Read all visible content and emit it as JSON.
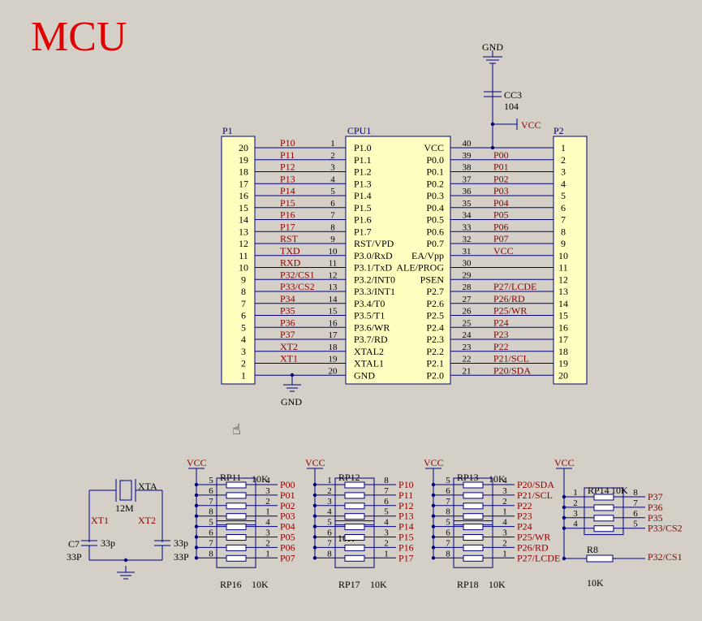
{
  "title": "MCU",
  "colors": {
    "wire": "#000080",
    "label": "#8b0000",
    "pin": "#000000",
    "chip_fill": "#ffffc0",
    "title": "#e00000",
    "bg": "#d4d0c8"
  },
  "cpu": {
    "ref": "CPU1",
    "left_pins": [
      {
        "num": "1",
        "name": "P1.0",
        "net": "P10"
      },
      {
        "num": "2",
        "name": "P1.1",
        "net": "P11"
      },
      {
        "num": "3",
        "name": "P1.2",
        "net": "P12"
      },
      {
        "num": "4",
        "name": "P1.3",
        "net": "P13"
      },
      {
        "num": "5",
        "name": "P1.4",
        "net": "P14"
      },
      {
        "num": "6",
        "name": "P1.5",
        "net": "P15"
      },
      {
        "num": "7",
        "name": "P1.6",
        "net": "P16"
      },
      {
        "num": "8",
        "name": "P1.7",
        "net": "P17"
      },
      {
        "num": "9",
        "name": "RST/VPD",
        "net": "RST"
      },
      {
        "num": "10",
        "name": "P3.0/RxD",
        "net": "TXD"
      },
      {
        "num": "11",
        "name": "P3.1/TxD",
        "net": "RXD"
      },
      {
        "num": "12",
        "name": "P3.2/INT0",
        "net": "P32/CS1"
      },
      {
        "num": "13",
        "name": "P3.3/INT1",
        "net": "P33/CS2"
      },
      {
        "num": "14",
        "name": "P3.4/T0",
        "net": "P34"
      },
      {
        "num": "15",
        "name": "P3.5/T1",
        "net": "P35"
      },
      {
        "num": "16",
        "name": "P3.6/WR",
        "net": "P36"
      },
      {
        "num": "17",
        "name": "P3.7/RD",
        "net": "P37"
      },
      {
        "num": "18",
        "name": "XTAL2",
        "net": "XT2"
      },
      {
        "num": "19",
        "name": "XTAL1",
        "net": "XT1"
      },
      {
        "num": "20",
        "name": "GND",
        "net": ""
      }
    ],
    "right_pins": [
      {
        "num": "40",
        "name": "VCC",
        "net": ""
      },
      {
        "num": "39",
        "name": "P0.0",
        "net": "P00"
      },
      {
        "num": "38",
        "name": "P0.1",
        "net": "P01"
      },
      {
        "num": "37",
        "name": "P0.2",
        "net": "P02"
      },
      {
        "num": "36",
        "name": "P0.3",
        "net": "P03"
      },
      {
        "num": "35",
        "name": "P0.4",
        "net": "P04"
      },
      {
        "num": "34",
        "name": "P0.5",
        "net": "P05"
      },
      {
        "num": "33",
        "name": "P0.6",
        "net": "P06"
      },
      {
        "num": "32",
        "name": "P0.7",
        "net": "P07"
      },
      {
        "num": "31",
        "name": "EA/Vpp",
        "net": "VCC"
      },
      {
        "num": "30",
        "name": "ALE/PROG",
        "net": ""
      },
      {
        "num": "29",
        "name": "PSEN",
        "net": ""
      },
      {
        "num": "28",
        "name": "P2.7",
        "net": "P27/LCDE"
      },
      {
        "num": "27",
        "name": "P2.6",
        "net": "P26/RD"
      },
      {
        "num": "26",
        "name": "P2.5",
        "net": "P25/WR"
      },
      {
        "num": "25",
        "name": "P2.4",
        "net": "P24"
      },
      {
        "num": "24",
        "name": "P2.3",
        "net": "P23"
      },
      {
        "num": "23",
        "name": "P2.2",
        "net": "P22"
      },
      {
        "num": "22",
        "name": "P2.1",
        "net": "P21/SCL"
      },
      {
        "num": "21",
        "name": "P2.0",
        "net": "P20/SDA"
      }
    ]
  },
  "p1": {
    "ref": "P1",
    "pins": [
      "20",
      "19",
      "18",
      "17",
      "16",
      "15",
      "14",
      "13",
      "12",
      "11",
      "10",
      "9",
      "8",
      "7",
      "6",
      "5",
      "4",
      "3",
      "2",
      "1"
    ]
  },
  "p2": {
    "ref": "P2",
    "pins": [
      "1",
      "2",
      "3",
      "4",
      "5",
      "6",
      "7",
      "8",
      "9",
      "10",
      "11",
      "12",
      "13",
      "14",
      "15",
      "16",
      "17",
      "18",
      "19",
      "20"
    ]
  },
  "power": {
    "gnd": "GND",
    "vcc": "VCC"
  },
  "cc3": {
    "ref": "CC3",
    "value": "104"
  },
  "crystal": {
    "ref": "XTA",
    "value": "12M",
    "xt1": "XT1",
    "xt2": "XT2",
    "c7_ref": "C7",
    "c7_val": "33p",
    "c7_val2": "33P",
    "c8_val": "33p",
    "c8_val2": "33P"
  },
  "rp_groups": [
    {
      "top_ref": "RP11",
      "top_val": "10K",
      "bot_ref": "RP16",
      "bot_val": "10K",
      "nets": [
        "P00",
        "P01",
        "P02",
        "P03",
        "P04",
        "P05",
        "P06",
        "P07"
      ],
      "left": [
        "5",
        "6",
        "7",
        "8",
        "5",
        "6",
        "7",
        "8"
      ],
      "right": [
        "4",
        "3",
        "2",
        "1",
        "4",
        "3",
        "2",
        "1"
      ]
    },
    {
      "top_ref": "RP12",
      "top_val": "",
      "bot_ref": "RP17",
      "bot_val": "10K",
      "mid_val": "10K",
      "nets": [
        "P10",
        "P11",
        "P12",
        "P13",
        "P14",
        "P15",
        "P16",
        "P17"
      ],
      "left": [
        "1",
        "2",
        "3",
        "4",
        "5",
        "6",
        "7",
        "8"
      ],
      "right": [
        "8",
        "7",
        "6",
        "5",
        "4",
        "3",
        "2",
        "1"
      ]
    },
    {
      "top_ref": "RP13",
      "top_val": "10K",
      "bot_ref": "RP18",
      "bot_val": "10K",
      "nets": [
        "P20/SDA",
        "P21/SCL",
        "P22",
        "P23",
        "P24",
        "P25/WR",
        "P26/RD",
        "P27/LCDE"
      ],
      "left": [
        "5",
        "6",
        "7",
        "8",
        "5",
        "6",
        "7",
        "8"
      ],
      "right": [
        "4",
        "3",
        "2",
        "1",
        "4",
        "3",
        "2",
        "1"
      ]
    }
  ],
  "rp14": {
    "ref": "RP14",
    "val": "10K",
    "nets": [
      "P37",
      "P36",
      "P35",
      "P33/CS2"
    ],
    "left": [
      "1",
      "2",
      "3",
      "4"
    ],
    "right": [
      "8",
      "7",
      "6",
      "5"
    ]
  },
  "r8": {
    "ref": "R8",
    "val": "10K",
    "net": "P32/CS1"
  },
  "cursor_glyph": "☝"
}
